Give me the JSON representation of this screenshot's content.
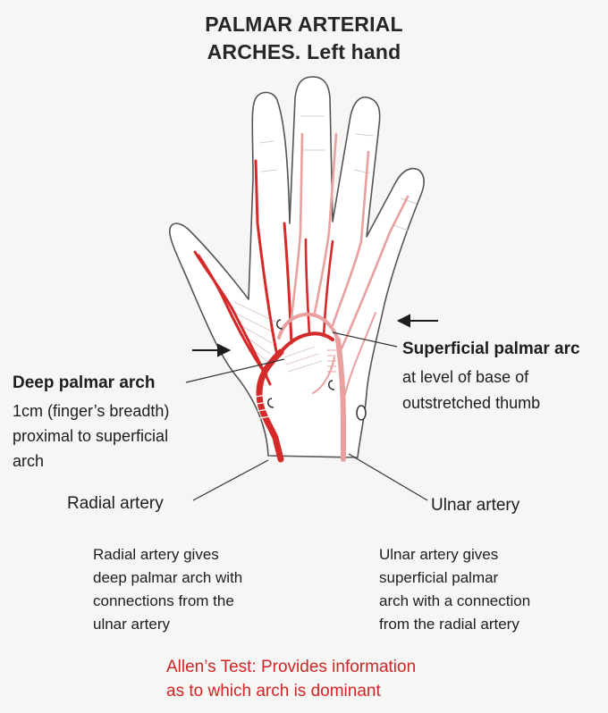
{
  "title": {
    "line1": "PALMAR ARTERIAL",
    "line2": "ARCHES.  Left hand"
  },
  "labels": {
    "deep_arch": {
      "name": "Deep palmar arch",
      "lines": [
        "1cm (finger’s breadth)",
        "proximal to superficial",
        "arch"
      ]
    },
    "superficial_arch": {
      "name": "Superficial palmar arc",
      "lines": [
        "at level of base of",
        "outstretched thumb"
      ]
    },
    "radial_artery": "Radial artery",
    "ulnar_artery": "Ulnar artery"
  },
  "notes": {
    "radial": [
      "Radial artery gives",
      "deep palmar arch with",
      "connections from the",
      "ulnar artery"
    ],
    "ulnar": [
      "Ulnar artery gives",
      "superficial palmar",
      "arch with a connection",
      "from the radial artery"
    ]
  },
  "allens_test": [
    "Allen’s Test: Provides information",
    "as to which arch is dominant"
  ],
  "colors": {
    "deep_artery": "#d42a2a",
    "superficial_artery": "#e8a0a0",
    "outline": "#555555",
    "note_red": "#d02525"
  }
}
